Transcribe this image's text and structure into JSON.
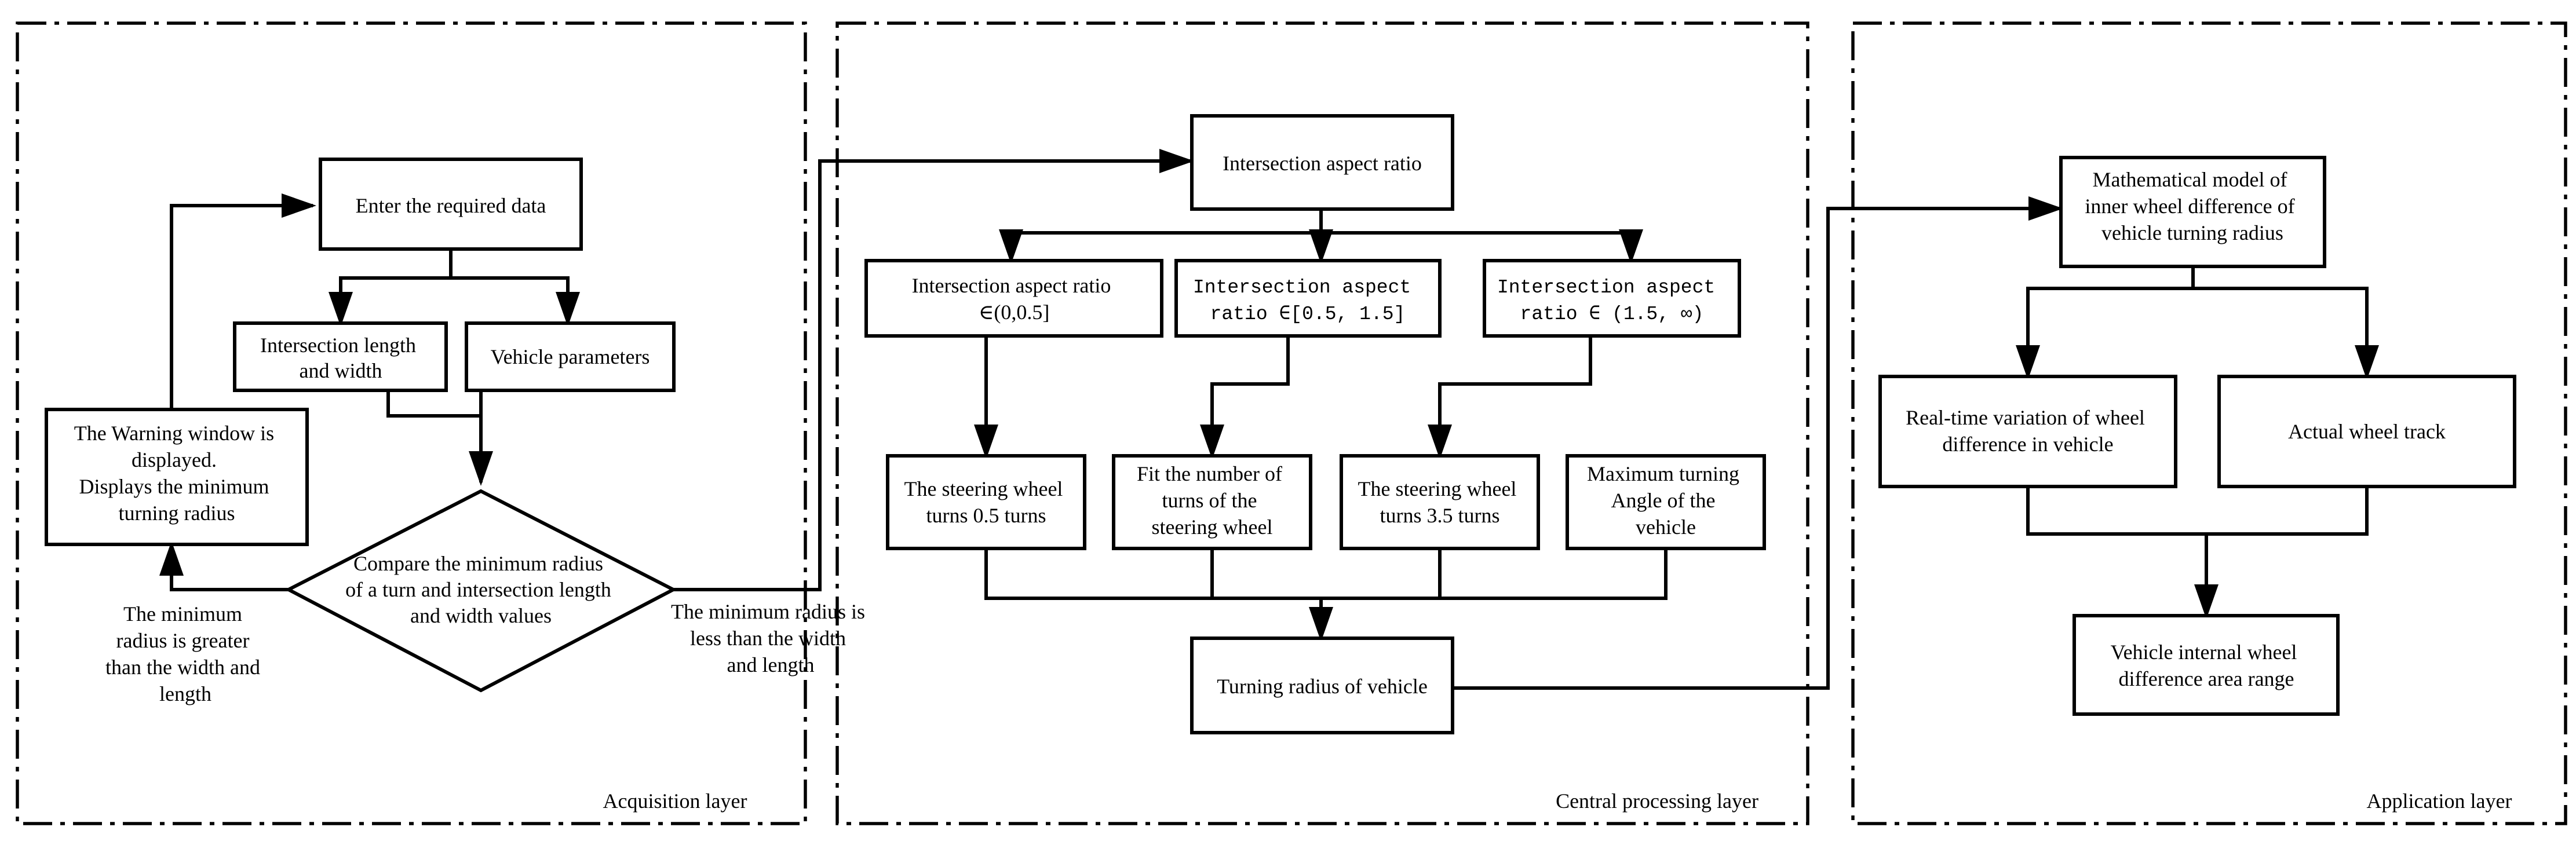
{
  "layers": {
    "acquisition": "Acquisition layer",
    "central": "Central processing layer",
    "application": "Application layer"
  },
  "acq": {
    "enter": "Enter the required data",
    "length_width": [
      "Intersection length",
      "and width"
    ],
    "vehicle_params": "Vehicle parameters",
    "warning": [
      "The Warning window is",
      "displayed.",
      "Displays the minimum",
      "turning radius"
    ],
    "compare": [
      "Compare the minimum radius",
      "of a turn and intersection length",
      "and width values"
    ],
    "greater": [
      "The minimum",
      "radius is greater",
      "than the width and",
      "length"
    ],
    "less": [
      "The minimum radius is",
      "less than the width",
      "and length"
    ]
  },
  "cpl": {
    "aspect": "Intersection aspect ratio",
    "r1": [
      "Intersection aspect ratio",
      "∈(0,0.5]"
    ],
    "r2": [
      "Intersection aspect",
      "ratio ∈[0.5, 1.5]"
    ],
    "r3": [
      "Intersection aspect",
      "ratio ∈ (1.5, ∞)"
    ],
    "s1": [
      "The steering wheel",
      "turns 0.5 turns"
    ],
    "s2": [
      "Fit the number of",
      "turns of the",
      "steering wheel"
    ],
    "s3": [
      "The steering wheel",
      "turns 3.5 turns"
    ],
    "s4": [
      "Maximum turning",
      "Angle of the",
      "vehicle"
    ],
    "radius": "Turning radius of vehicle"
  },
  "app": {
    "model": [
      "Mathematical model of",
      "inner wheel difference of",
      "vehicle turning radius"
    ],
    "realtime": [
      "Real-time variation of wheel",
      "difference in vehicle"
    ],
    "track": "Actual wheel track",
    "area": [
      "Vehicle internal wheel",
      "difference area range"
    ]
  }
}
